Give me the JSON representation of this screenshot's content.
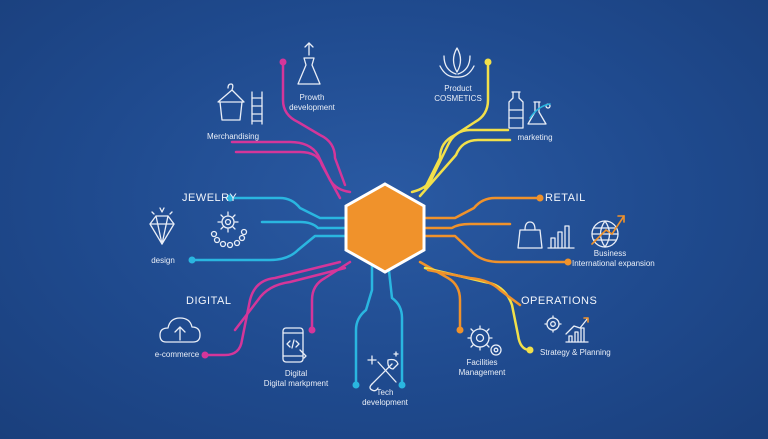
{
  "hub": {
    "color": "#f0922b",
    "stroke": "#ffffff"
  },
  "colors": {
    "magenta": "#d4369a",
    "cyan": "#2ab6e0",
    "yellow": "#f2e04a",
    "orange": "#f0922b",
    "text": "#e9eef7"
  },
  "headings": {
    "jewelry": "JEWELRY",
    "retail": "RETAIL",
    "digital": "DIGITAL",
    "operations": "OPERATIONS"
  },
  "labels": {
    "prowth_1": "Prowth",
    "prowth_2": "development",
    "product_1": "Product",
    "product_2": "COSMETICS",
    "merchandising": "Merchandising",
    "marketing": "marketing",
    "design": "design",
    "business_1": "Business",
    "business_2": "International expansion",
    "ecommerce": "e-commerce",
    "digital_1": "Digital",
    "digital_2": "Digital markpment",
    "tech_1": "Tech",
    "tech_2": "development",
    "facilities_1": "Facilities",
    "facilities_2": "Management",
    "strategy": "Strategy & Planning"
  },
  "icons": [
    "dress-icon",
    "hanger-icon",
    "ladder-icon",
    "lotus-icon",
    "bottle-icon",
    "flask-icon",
    "diamond-icon",
    "gear-icon",
    "beads-icon",
    "shopping-bag-icon",
    "bar-chart-icon",
    "globe-icon",
    "cloud-upload-icon",
    "phone-code-icon",
    "tools-icon",
    "sparkle-icon",
    "gears-icon",
    "growth-chart-icon"
  ]
}
